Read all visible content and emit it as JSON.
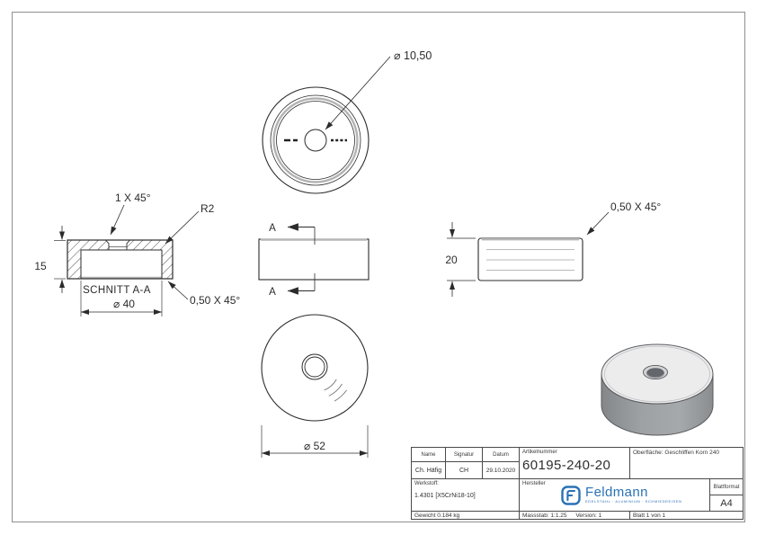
{
  "drawing": {
    "top_view": {
      "hole_dia_label": "⌀ 10,50"
    },
    "section_view": {
      "chamfer_top_label": "1 X 45°",
      "radius_label": "R2",
      "height_label": "15",
      "title": "SCHNITT A-A",
      "inner_dia_label": "⌀ 40",
      "chamfer_bottom_label": "0,50 X 45°"
    },
    "side_view": {
      "section_letter_top": "A",
      "section_letter_bottom": "A"
    },
    "right_view": {
      "height_label": "20",
      "chamfer_label": "0,50 X 45°"
    },
    "bottom_view": {
      "outer_dia_label": "⌀ 52"
    }
  },
  "title_block": {
    "name_header": "Name",
    "signatur_header": "Signatur",
    "datum_header": "Datum",
    "name_value": "Ch. Häfig",
    "signatur_value": "CH",
    "datum_value": "29.10.2020",
    "artikelnummer_label": "Artikelnummer",
    "artikelnummer_value": "60195-240-20",
    "oberflaeche": "Oberfläche:  Geschliffen Korn 240",
    "werkstoff_label": "Werkstoff:",
    "werkstoff_value": "1.4301 [X5CrNi18-10]",
    "hersteller_label": "Hersteller",
    "blattformat_label": "Blattformat",
    "blattformat_value": "A4",
    "gewicht": "Gewicht 0.184 kg",
    "massstab": "Massstab: 1:1.25",
    "version": "Version: 1",
    "blatt": "Blatt 1 von 1",
    "logo": {
      "text": "Feldmann",
      "tagline": "EDELSTAHL · ALUMINIUM · SCHMIEDEEISEN"
    }
  },
  "colors": {
    "line": "#2b2b2b",
    "tangent_edge_grey": "#b5b5b5",
    "logo_blue": "#2a72b5",
    "part_top_grey": "#ececed",
    "part_side_grey": "#9a9da0"
  }
}
